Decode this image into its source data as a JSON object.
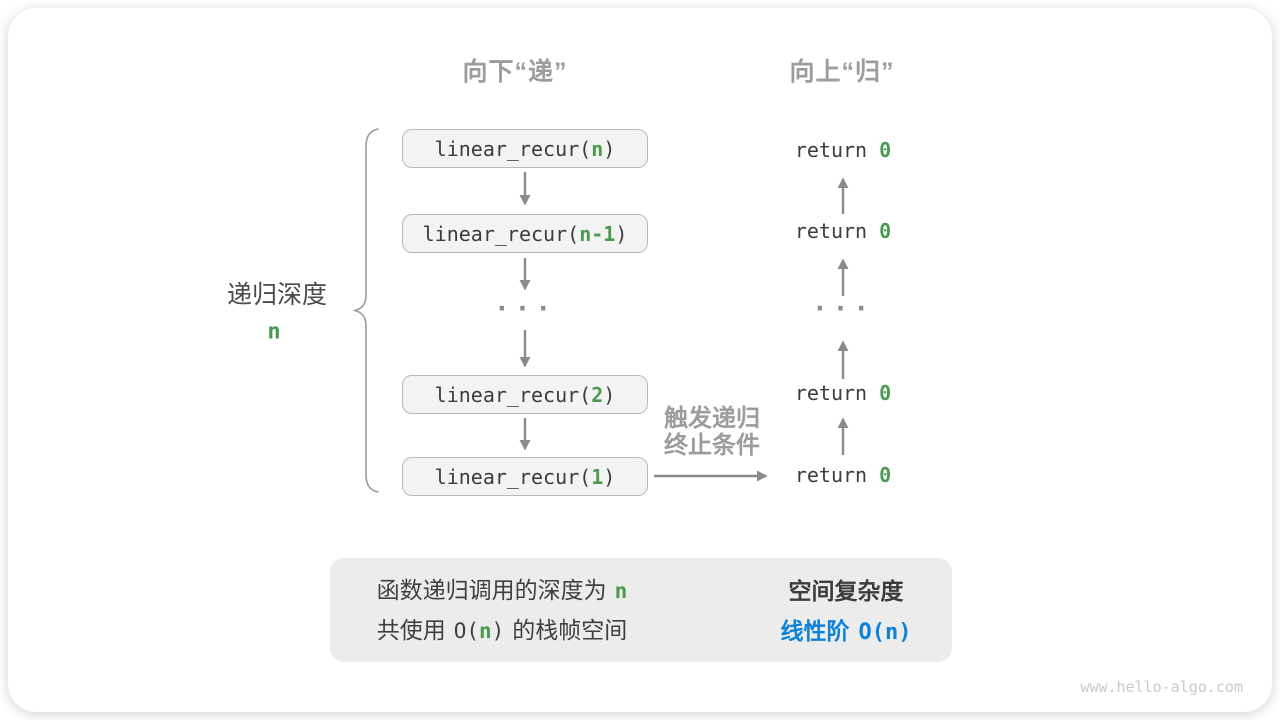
{
  "figure": {
    "header_down": "向下“递”",
    "header_up": "向上“归”",
    "depth_label": "递归深度",
    "depth_value": "n",
    "ellipsis_left": "···",
    "ellipsis_right": "···",
    "call_stack": [
      {
        "prefix": "linear_recur(",
        "arg": "n",
        "suffix": ")"
      },
      {
        "prefix": "linear_recur(",
        "arg": "n-1",
        "suffix": ")"
      },
      {
        "prefix": "linear_recur(",
        "arg": "2",
        "suffix": ")"
      },
      {
        "prefix": "linear_recur(",
        "arg": "1",
        "suffix": ")"
      }
    ],
    "returns": [
      {
        "keyword": "return",
        "value": "0"
      },
      {
        "keyword": "return",
        "value": "0"
      },
      {
        "keyword": "return",
        "value": "0"
      },
      {
        "keyword": "return",
        "value": "0"
      }
    ],
    "base_case_line1": "触发递归",
    "base_case_line2": "终止条件",
    "summary": {
      "line1_text": "函数递归调用的深度为",
      "line1_var": "n",
      "line2_pre": "共使用",
      "line2_o_open": "O(",
      "line2_var": "n",
      "line2_o_close": ")",
      "line2_post": "的栈帧空间",
      "result_title": "空间复杂度",
      "result_label": "线性阶",
      "result_o": "O(n)"
    },
    "watermark": "www.hello-algo.com",
    "colors": {
      "green": "#4a9b50",
      "blue": "#0e82d8",
      "label_gray": "#9c9c9c",
      "arrow_gray": "#8b8b8b",
      "code_text": "#3c3c3c",
      "box_fill": "#f3f3f3",
      "box_border": "#b9b9b9",
      "summary_fill": "#ececec"
    }
  }
}
